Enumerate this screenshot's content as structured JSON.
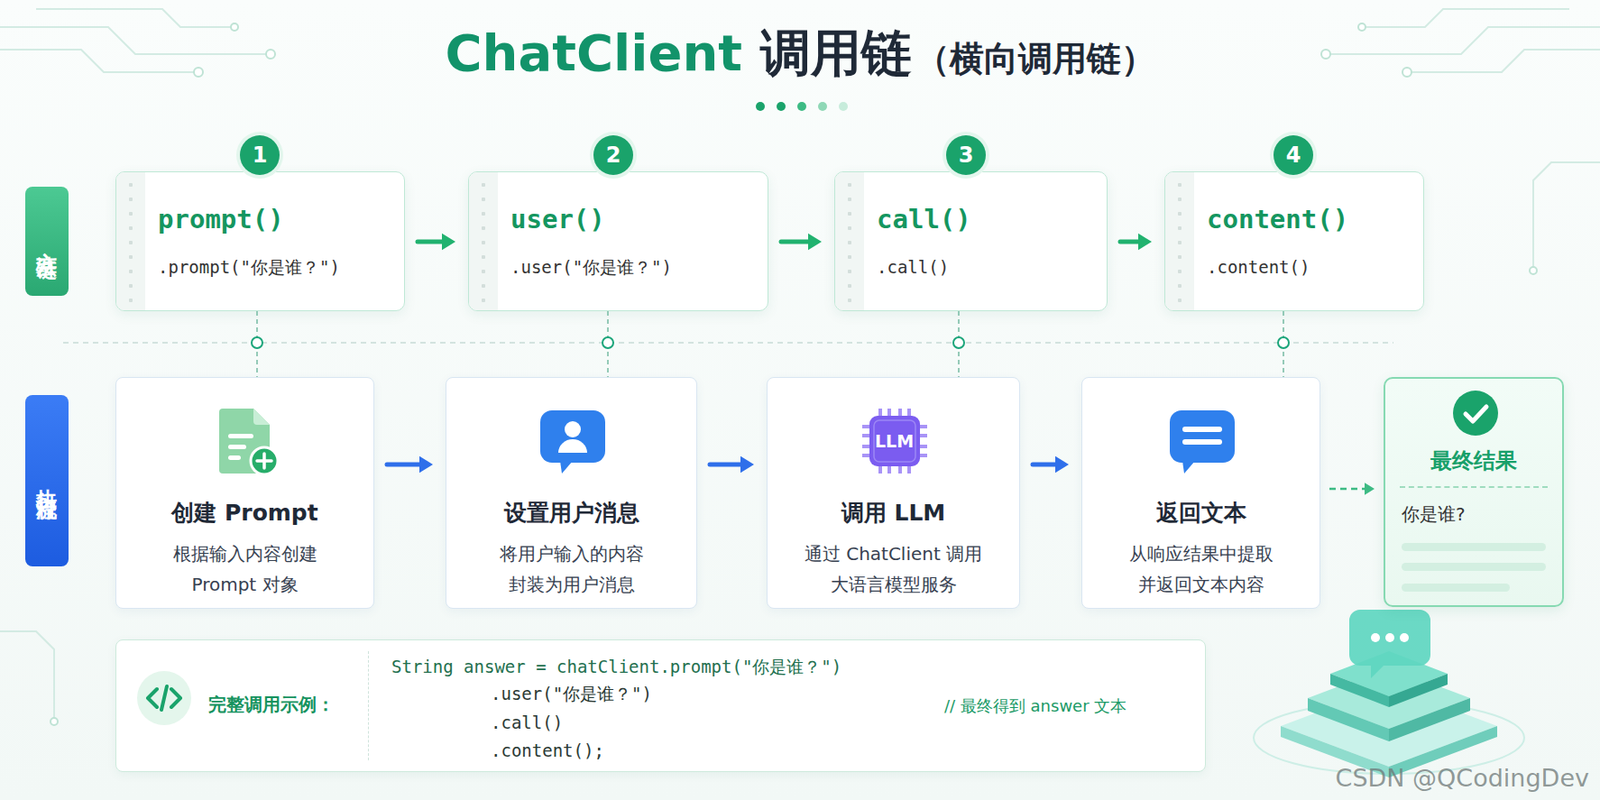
{
  "diagram": {
    "title": "ChatClient 调用链",
    "nodes": [
      {
        "text": [
          "1"
        ]
      },
      {
        "text": [
          "2"
        ]
      },
      {
        "text": [
          "3"
        ]
      },
      {
        "text": [
          "4"
        ]
      },
      {
        "text": [
          "方法链"
        ]
      },
      {
        "text": [
          "prompt()",
          ".prompt(\"你是谁？\")"
        ]
      },
      {
        "text": [
          "user()",
          ".user(\"你是谁？\")"
        ]
      },
      {
        "text": [
          "call()",
          ".call()"
        ]
      },
      {
        "text": [
          "content()",
          ".content()"
        ]
      },
      {
        "text": [
          "执行流程"
        ]
      },
      {
        "text": [
          "创建 Prompt",
          "根据输入内容创建 Prompt 对象"
        ]
      },
      {
        "text": [
          "设置用户消息",
          "将用户输入的内容 封装为用户消息"
        ]
      },
      {
        "text": [
          "调用 LLM",
          "通过 ChatClient 调用 大语言模型服务"
        ]
      },
      {
        "text": [
          "返回文本",
          "从响应结果中提取 并返回文本内容"
        ]
      },
      {
        "text": [
          "最终结果",
          "你是谁?"
        ]
      },
      {
        "text": [
          "完整调用示例：",
          "String answer = chatClient.prompt(\"你是谁？\")",
          ".user(\"你是谁？\")",
          ".call()",
          ".content();",
          "// 最终得到 answer 文本"
        ]
      }
    ],
    "edges": [
      {
        "from": 5,
        "to": 6,
        "arrow": "to"
      },
      {
        "from": 6,
        "to": 7,
        "arrow": "to"
      },
      {
        "from": 7,
        "to": 8,
        "arrow": "to"
      },
      {
        "from": 5,
        "to": 10,
        "arrow": "none"
      },
      {
        "from": 6,
        "to": 11,
        "arrow": "none"
      },
      {
        "from": 7,
        "to": 12,
        "arrow": "none"
      },
      {
        "from": 8,
        "to": 13,
        "arrow": "none"
      },
      {
        "from": 10,
        "to": 11,
        "arrow": "to"
      },
      {
        "from": 11,
        "to": 12,
        "arrow": "to"
      },
      {
        "from": 12,
        "to": 13,
        "arrow": "to"
      },
      {
        "from": 13,
        "to": 14,
        "arrow": "to"
      }
    ],
    "labels": [
      "（横向调用链）",
      "LLM",
      "CSDN @QCodingDev"
    ]
  }
}
